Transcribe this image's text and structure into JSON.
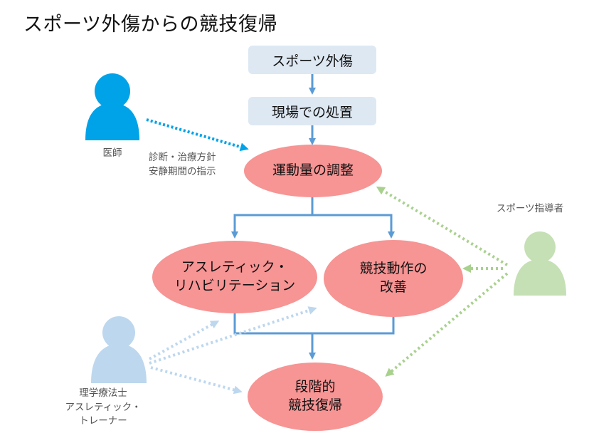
{
  "title": "スポーツ外傷からの競技復帰",
  "flow": {
    "injury": "スポーツ外傷",
    "first_aid": "現場での処置",
    "exercise_adjust": "運動量の調整",
    "athletic_rehab": [
      "アスレティック・",
      "リハビリテーション"
    ],
    "skill_improve": [
      "競技動作の",
      "改善"
    ],
    "return": [
      "段階的",
      "競技復帰"
    ]
  },
  "actors": {
    "doctor": {
      "label": "医師",
      "note": [
        "診断・治療方針",
        "安静期間の指示"
      ],
      "icon": "person-icon",
      "color": "#00a2e8"
    },
    "coach": {
      "label": "スポーツ指導者",
      "icon": "person-icon",
      "color": "#c5e0b4"
    },
    "therapist": {
      "label": [
        "理学療法士",
        "アスレティック・",
        "トレーナー"
      ],
      "icon": "person-icon",
      "color": "#bdd7ee"
    }
  },
  "colors": {
    "box_fill": "#dde8f3",
    "ellipse_fill": "#f79494",
    "flow_arrow": "#5b9bd5",
    "doctor_arrow": "#00a2e8",
    "coach_arrow": "#a9d18e",
    "therapist_arrow": "#bdd7ee"
  }
}
